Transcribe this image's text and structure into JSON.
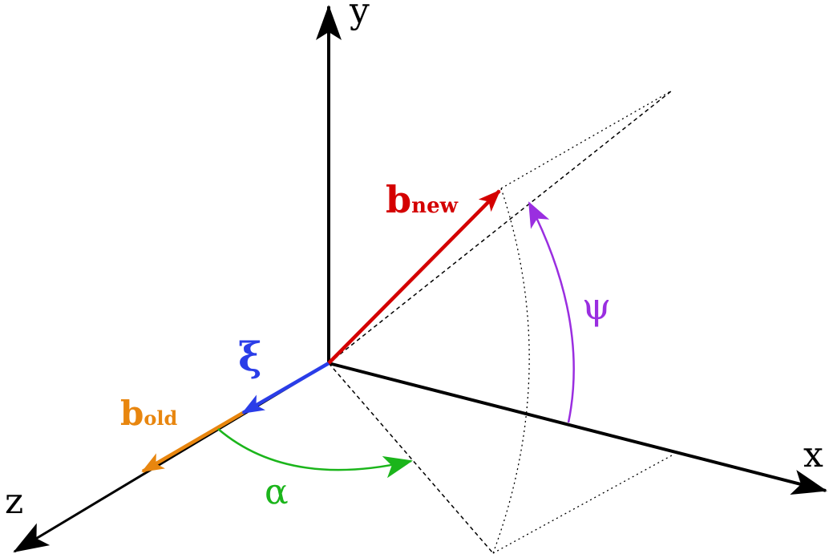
{
  "labels": {
    "x_axis": "x",
    "y_axis": "y",
    "z_axis": "z",
    "b_new_main": "b",
    "b_new_sub": "new",
    "b_old_main": "b",
    "b_old_sub": "old",
    "xi": "ξ",
    "alpha": "α",
    "psi": "ψ"
  },
  "colors": {
    "axes": "#000000",
    "b_new": "#d40000",
    "b_old": "#e8860f",
    "xi": "#2a3de8",
    "alpha": "#1bb51b",
    "psi": "#9a2ee0",
    "guide": "#000000"
  }
}
